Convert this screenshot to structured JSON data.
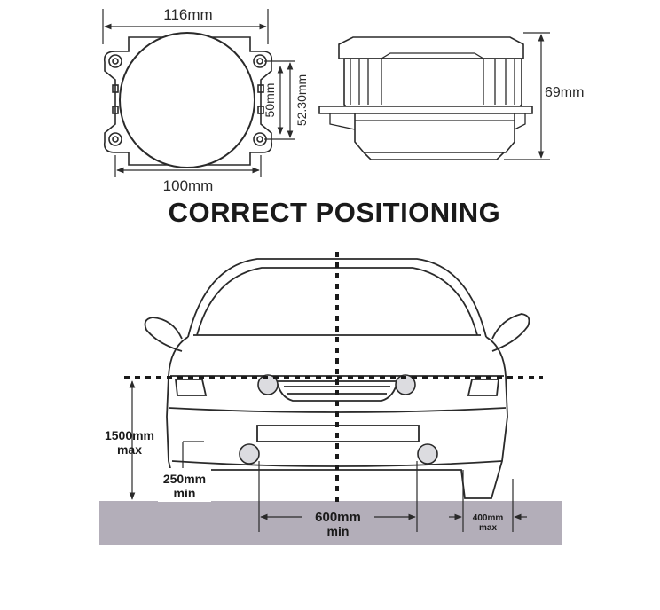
{
  "dimensions": {
    "width_label": "116mm",
    "bottom_label": "100mm",
    "inner_height_label": "50mm",
    "outer_height_label": "52.30mm",
    "side_height_label": "69mm"
  },
  "heading": "CORRECT POSITIONING",
  "positioning": {
    "max_height_value": "1500mm",
    "max_height_qualifier": "max",
    "min_height_value": "250mm",
    "min_height_qualifier": "min",
    "spacing_value": "600mm",
    "spacing_qualifier": "min",
    "edge_value": "400mm",
    "edge_qualifier": "max"
  },
  "colors": {
    "line": "#2a2a2a",
    "ground": "#b3aeb9",
    "lamp": "#dcdce0"
  }
}
